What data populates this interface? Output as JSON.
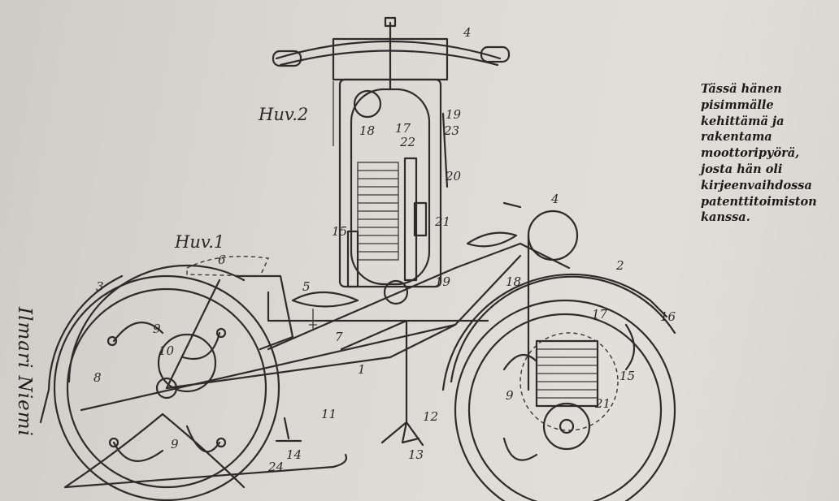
{
  "caption": {
    "lines": [
      "Tässä hänen",
      "pisimmälle",
      "kehittämä ja",
      "rakentama",
      "moottoripyörä,",
      "josta hän oli",
      "kirjeenvaihdossa",
      "patenttitoimiston",
      "kanssa."
    ]
  },
  "signature": "Ilmari Niemi",
  "drawing": {
    "figure_labels": {
      "top_view": "Huv.2",
      "side_view": "Huv.1"
    },
    "top_view_numbers": [
      "4",
      "19",
      "17",
      "22",
      "23",
      "18",
      "20",
      "21",
      "15",
      "19"
    ],
    "side_view_numbers": [
      "4",
      "2",
      "18",
      "17",
      "16",
      "15",
      "9",
      "21",
      "3",
      "6",
      "5",
      "7",
      "1",
      "9",
      "10",
      "8",
      "9",
      "11",
      "12",
      "13",
      "14",
      "24"
    ]
  }
}
